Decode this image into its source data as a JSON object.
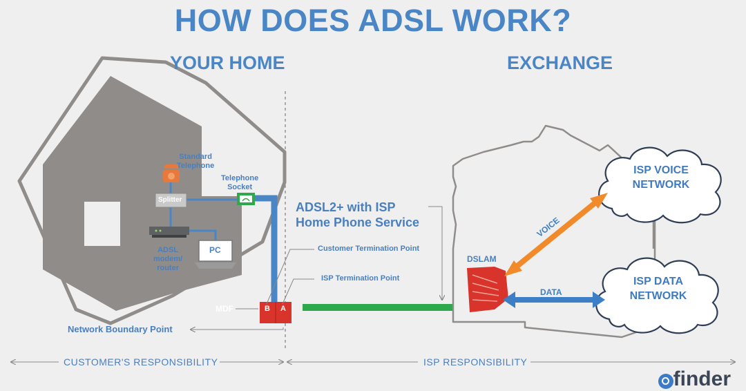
{
  "title": "HOW DOES ADSL WORK?",
  "sections": {
    "home": "YOUR HOME",
    "exchange": "EXCHANGE"
  },
  "home_labels": {
    "standard_telephone": [
      "Standard",
      "Telephone"
    ],
    "telephone_socket": [
      "Telephone",
      "Socket"
    ],
    "splitter": "Splitter",
    "adsl_modem": [
      "ADSL",
      "modem/",
      "router"
    ],
    "pc": "PC",
    "mdf": "MDF",
    "mdf_b": "B",
    "mdf_a": "A",
    "network_boundary": "Network Boundary Point"
  },
  "line_labels": {
    "service": [
      "ADSL2+ with ISP",
      "Home Phone Service"
    ],
    "customer_termination": "Customer Termination Point",
    "isp_termination": "ISP Termination Point"
  },
  "exchange_labels": {
    "dslam": "DSLAM",
    "voice": "VOICE",
    "data": "DATA",
    "isp_voice_network": [
      "ISP VOICE",
      "NETWORK"
    ],
    "isp_data_network": [
      "ISP DATA",
      "NETWORK"
    ]
  },
  "responsibility": {
    "customer": "CUSTOMER'S RESPONSIBILITY",
    "isp": "ISP RESPONSIBILITY"
  },
  "brand": "finder",
  "colors": {
    "title_blue": "#4a86c5",
    "house_grey": "#8f8c8a",
    "cable_blue": "#4a86c5",
    "line_green": "#2da84a",
    "mdf_red": "#d9342b",
    "voice_orange": "#f08a2a",
    "data_blue": "#3d7fc7"
  },
  "icons": [
    "telephone-icon",
    "splitter-icon",
    "modem-icon",
    "laptop-icon",
    "wall-socket-icon",
    "mdf-box-icon",
    "dslam-icon",
    "cloud-icon",
    "finder-logo-icon"
  ]
}
